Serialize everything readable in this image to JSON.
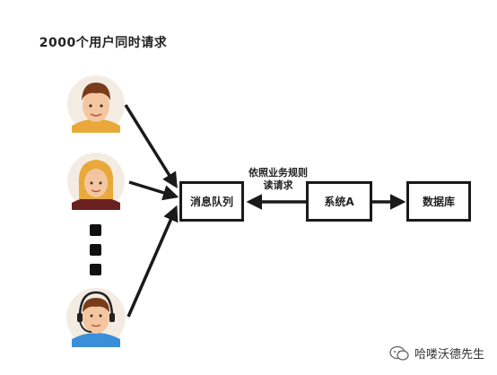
{
  "title": "2000个用户同时请求",
  "nodes": {
    "queue": "消息队列",
    "system_a": "系统A",
    "database": "数据库"
  },
  "edge_label": "依照业务规则读请求",
  "users": [
    {
      "icon": "man-avatar-icon"
    },
    {
      "icon": "woman-avatar-icon"
    },
    {
      "icon": "headset-agent-avatar-icon"
    }
  ],
  "watermark": {
    "text": "哈喽沃德先生",
    "icon": "wechat-logo-icon"
  }
}
